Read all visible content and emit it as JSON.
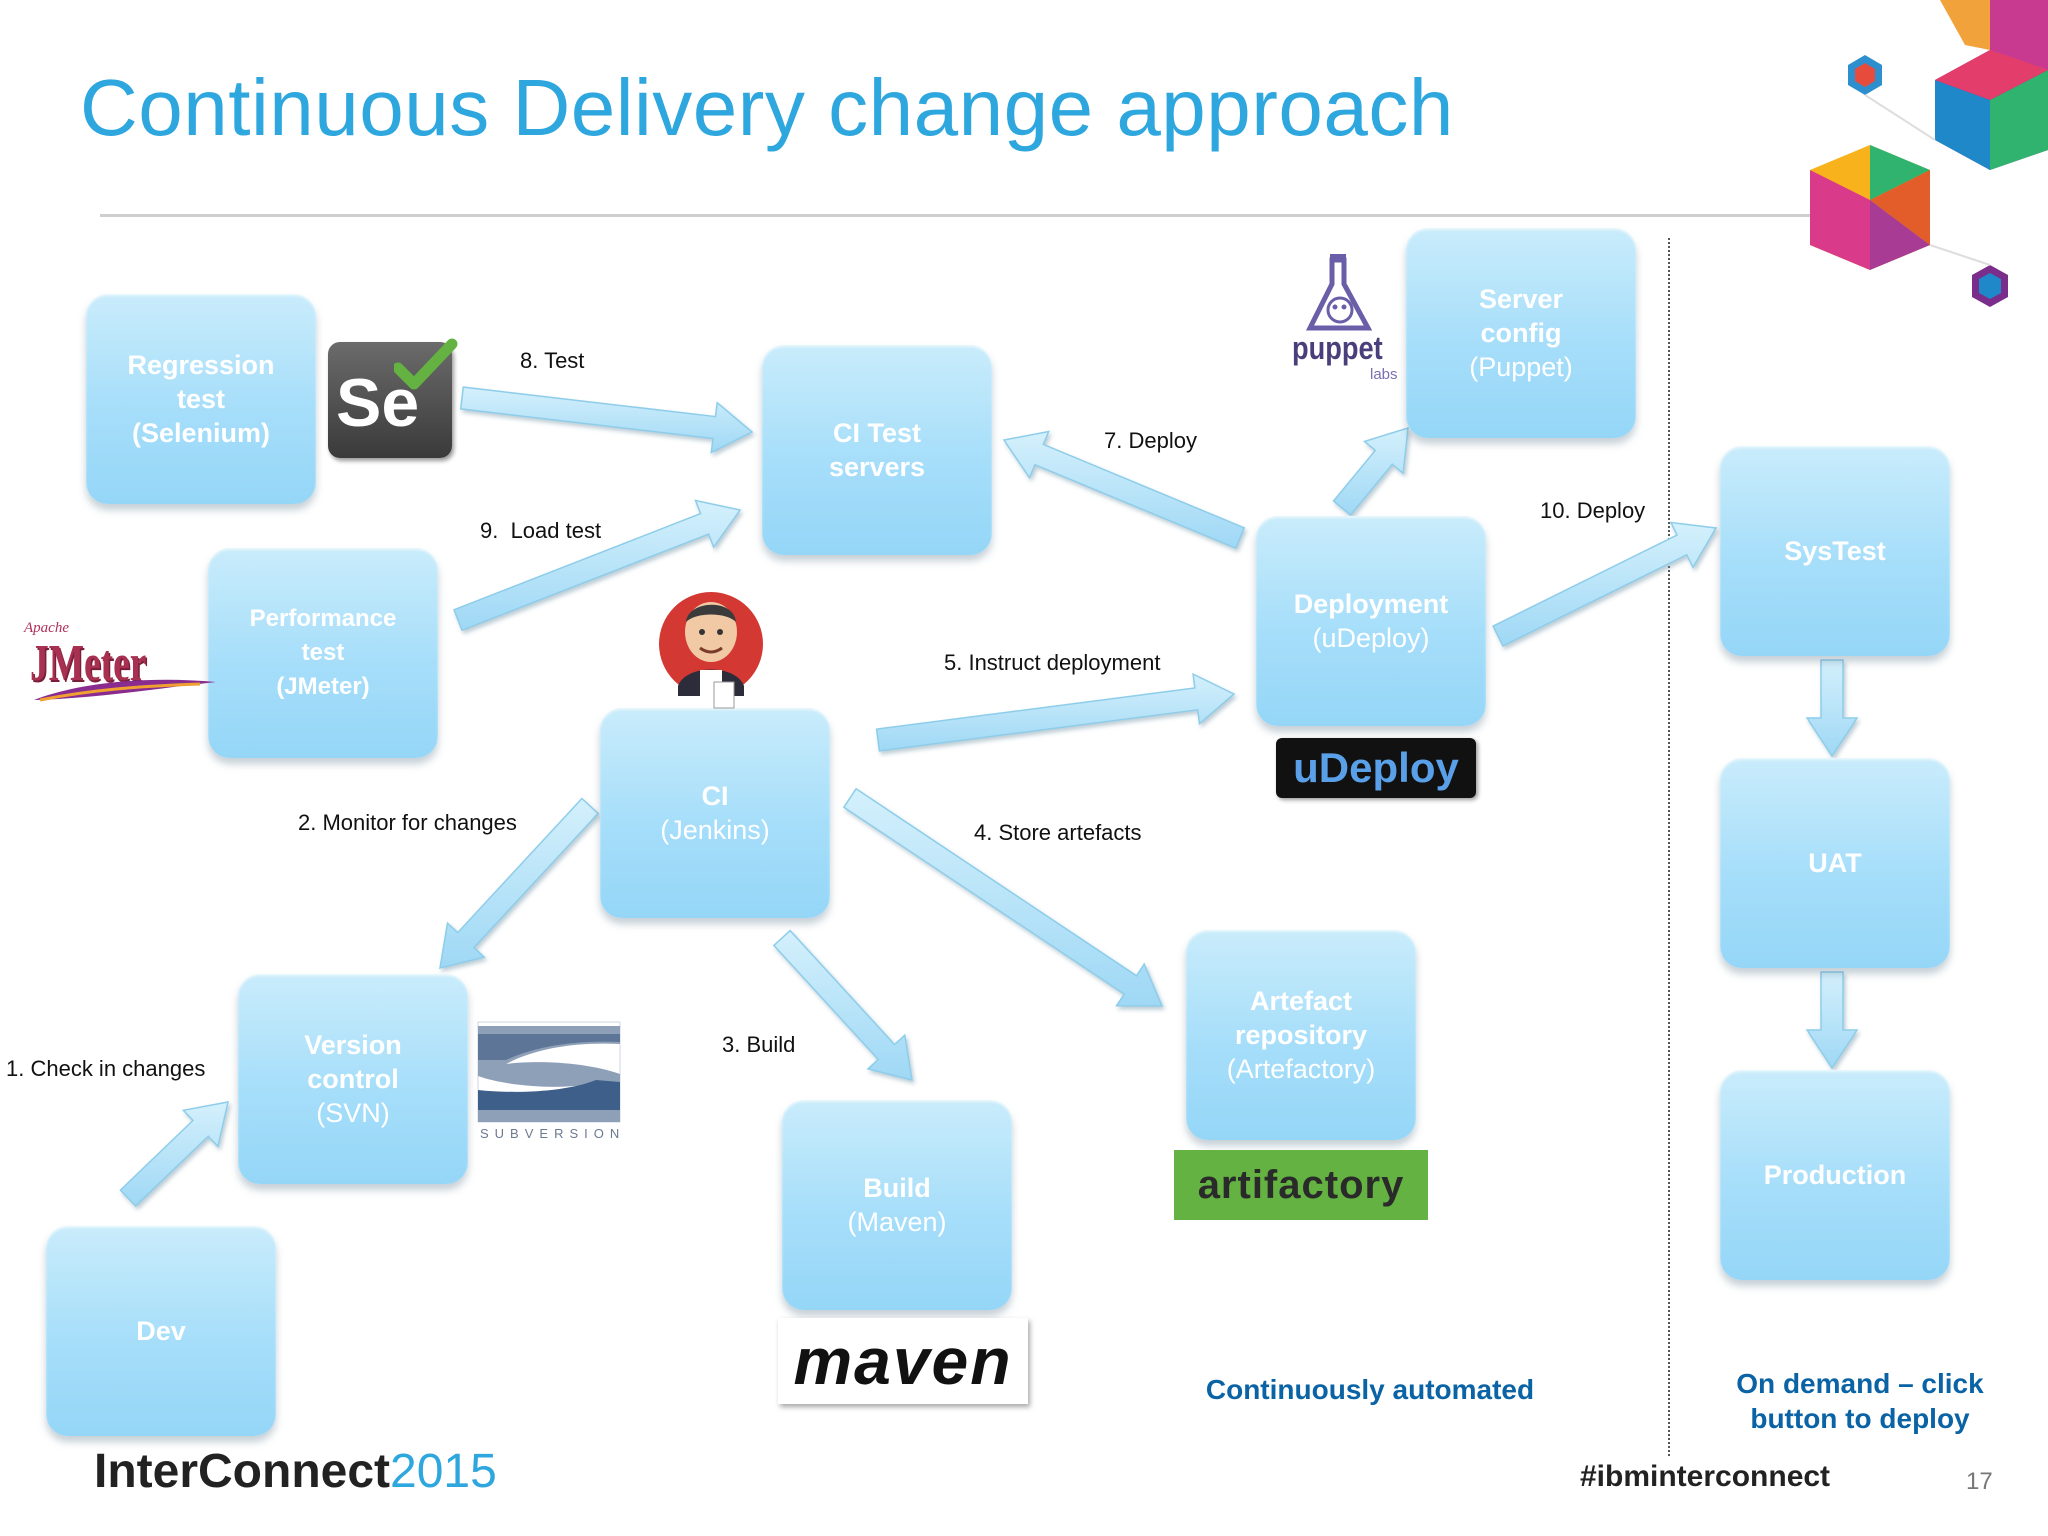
{
  "title": "Continuous Delivery change approach",
  "colors": {
    "title": "#2ea6de",
    "box": "#a6defa",
    "note": "#0a63a4"
  },
  "boxes": {
    "regression": {
      "line1": "Regression",
      "line2": "test",
      "line3": "(Selenium)"
    },
    "ci_test": {
      "line1": "CI Test",
      "line2": "servers"
    },
    "server_config": {
      "line1": "Server",
      "line2": "config",
      "line3": "(Puppet)"
    },
    "performance": {
      "line1": "Performance",
      "line2": "test",
      "line3": "(JMeter)"
    },
    "deployment": {
      "line1": "Deployment",
      "line2": "(uDeploy)"
    },
    "systest": {
      "line1": "SysTest"
    },
    "ci": {
      "line1": "CI",
      "line2": "(Jenkins)"
    },
    "uat": {
      "line1": "UAT"
    },
    "version_control": {
      "line1": "Version",
      "line2": "control",
      "line3": "(SVN)"
    },
    "artefact": {
      "line1": "Artefact",
      "line2": "repository",
      "line3": "(Artefactory)"
    },
    "production": {
      "line1": "Production"
    },
    "build": {
      "line1": "Build",
      "line2": "(Maven)"
    },
    "dev": {
      "line1": "Dev"
    }
  },
  "steps": {
    "s1": "1. Check in changes",
    "s2": "2. Monitor for changes",
    "s3": "3. Build",
    "s4": "4. Store artefacts",
    "s5": "5. Instruct deployment",
    "s7": "7. Deploy",
    "s8": "8. Test",
    "s9": "9.  Load test",
    "s10": "10. Deploy"
  },
  "notes": {
    "automated": "Continuously automated",
    "on_demand_1": "On demand – click",
    "on_demand_2": "button to deploy"
  },
  "logos": {
    "selenium": "Se",
    "jmeter_small": "Apache",
    "jmeter": "JMeter",
    "puppet": "puppet",
    "puppet_sub": "labs",
    "udeploy": "uDeploy",
    "subversion": "SUBVERSION",
    "artifactory": "artifactory",
    "maven": "maven"
  },
  "footer": {
    "brand_bold": "InterConnect",
    "brand_year": "2015",
    "hashtag": "#ibminterconnect",
    "page": "17"
  }
}
